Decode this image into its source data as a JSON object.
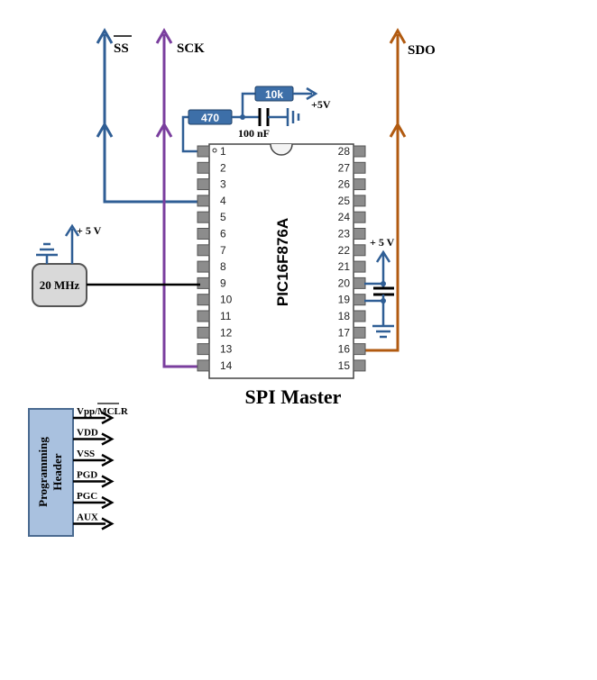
{
  "signals": {
    "ss": "SS",
    "sck": "SCK",
    "sdo": "SDO"
  },
  "components": {
    "resistor_470": "470",
    "resistor_10k": "10k",
    "supply_top": "+5V",
    "cap_100nf": "100 nF",
    "supply_right": "+ 5 V",
    "crystal": "20 MHz",
    "supply_crystal": "+ 5 V"
  },
  "chip": {
    "name": "PIC16F876A",
    "pins_left": [
      "1",
      "2",
      "3",
      "4",
      "5",
      "6",
      "7",
      "8",
      "9",
      "10",
      "11",
      "12",
      "13",
      "14"
    ],
    "pins_right": [
      "28",
      "27",
      "26",
      "25",
      "24",
      "23",
      "22",
      "21",
      "20",
      "19",
      "18",
      "17",
      "16",
      "15"
    ]
  },
  "title": "SPI Master",
  "programming_header": {
    "label_line1": "Programming",
    "label_line2": "Header",
    "pins": [
      "Vpp/MCLR",
      "VDD",
      "VSS",
      "PGD",
      "PGC",
      "AUX"
    ]
  },
  "colors": {
    "ss_wire": "#2f5e95",
    "sck_wire": "#7a3e9e",
    "sdo_wire": "#b15a10",
    "resistor_fill": "#3d6fa8",
    "header_fill": "#a9c1df",
    "crystal_fill": "#d9d9d9"
  }
}
